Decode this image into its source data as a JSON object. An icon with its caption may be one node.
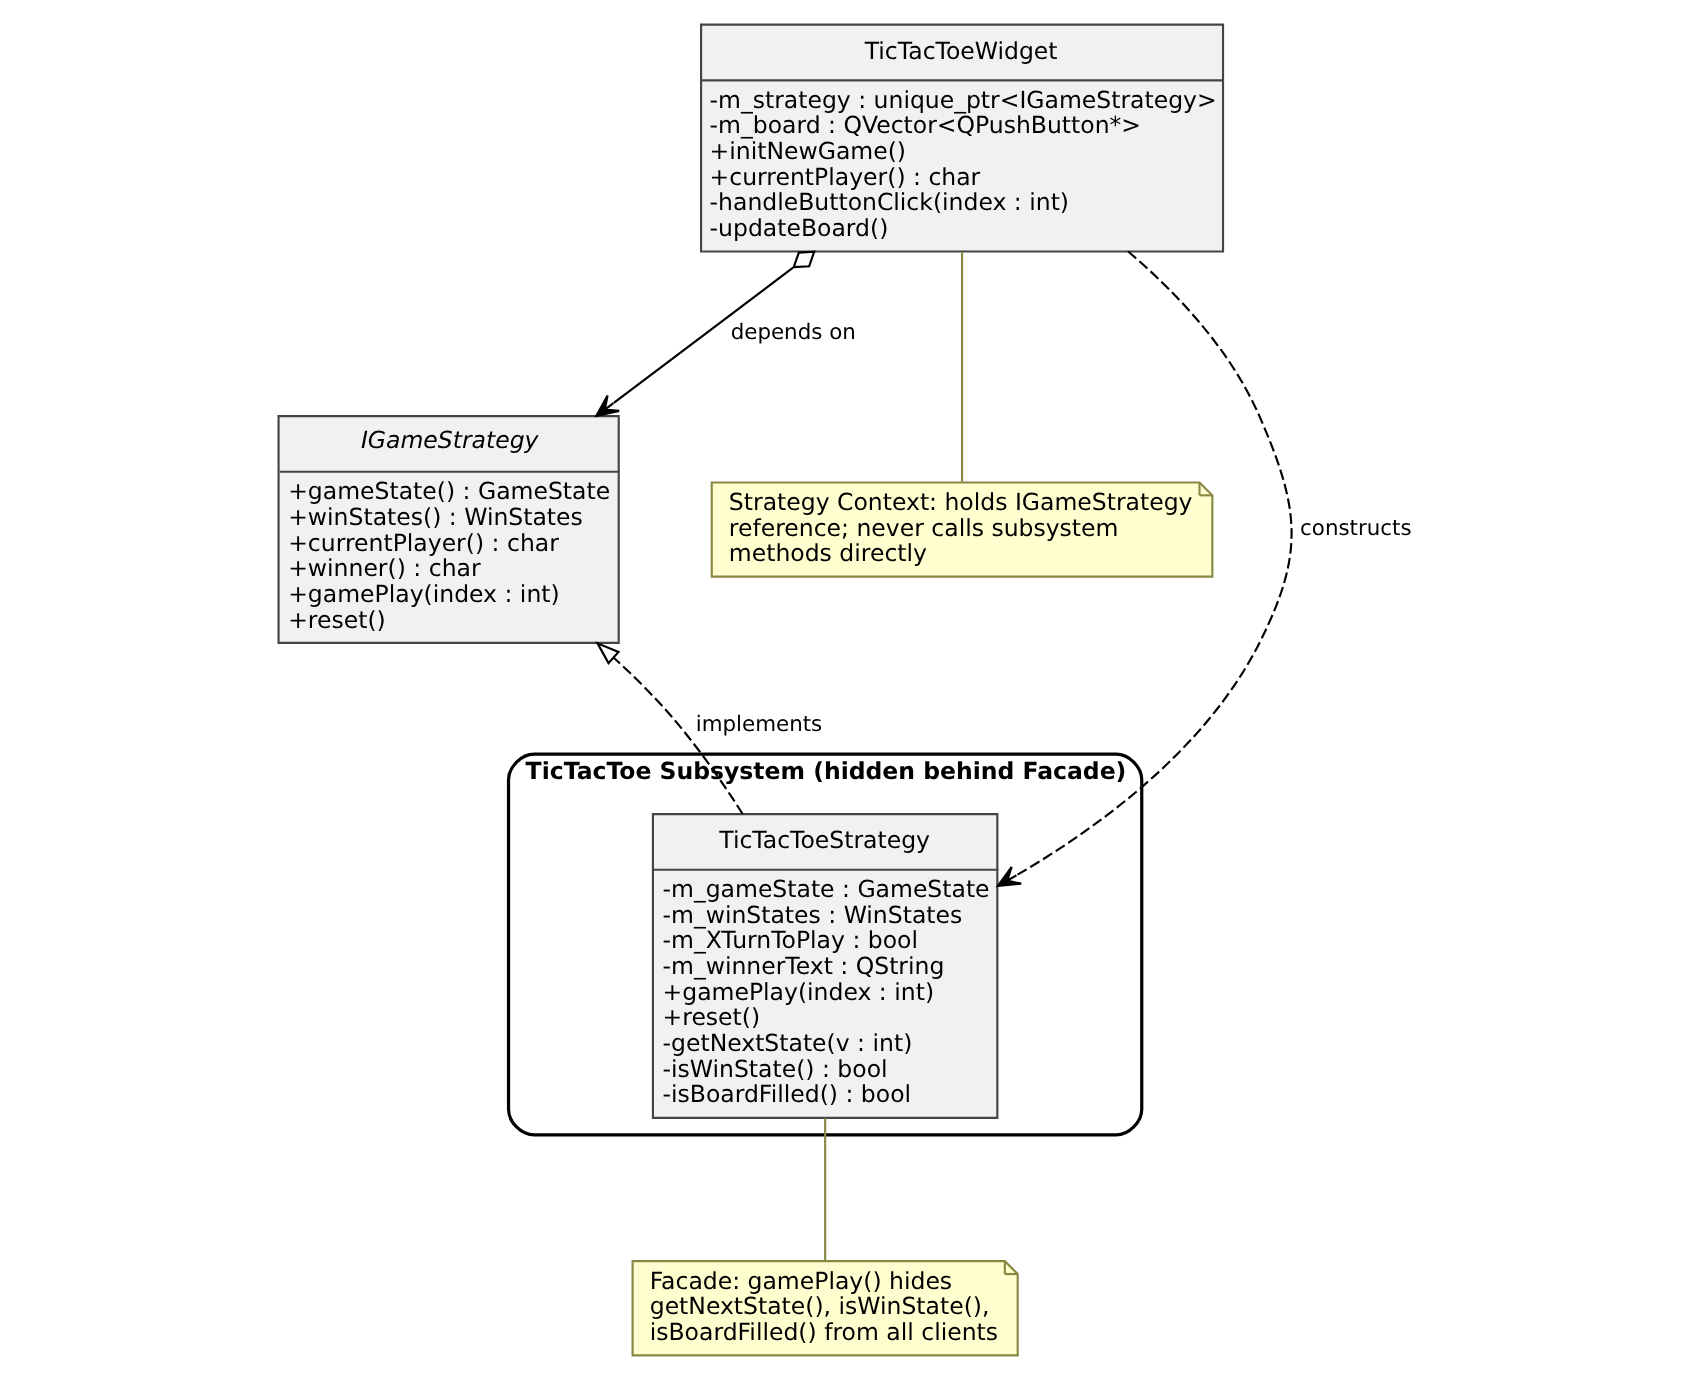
{
  "diagram": {
    "nodes": [
      {
        "text": [
          "TicTacToeWidget",
          "-m_strategy : unique_ptr<IGameStrategy>",
          "-m_board : QVector<QPushButton*>",
          "+initNewGame()",
          "+currentPlayer() : char",
          "-handleButtonClick(index : int)",
          "-updateBoard()"
        ]
      },
      {
        "text": [
          "IGameStrategy",
          "+gameState() : GameState",
          "+winStates() : WinStates",
          "+currentPlayer() : char",
          "+winner() : char",
          "+gamePlay(index : int)",
          "+reset()"
        ]
      },
      {
        "text": [
          "Strategy Context: holds IGameStrategy reference; never calls subsystem methods directly"
        ]
      },
      {
        "text": [
          "TicTacToe Subsystem (hidden behind Facade)"
        ]
      },
      {
        "text": [
          "TicTacToeStrategy",
          "-m_gameState : GameState",
          "-m_winStates : WinStates",
          "-m_XTurnToPlay : bool",
          "-m_winnerText : QString",
          "+gamePlay(index : int)",
          "+reset()",
          "-getNextState(v : int)",
          "-isWinState() : bool",
          "-isBoardFilled() : bool"
        ],
        "in": 3
      },
      {
        "text": [
          "Facade: gamePlay() hides getNextState(), isWinState(), isBoardFilled() from all clients"
        ]
      }
    ],
    "edges": [
      {
        "from": 0,
        "to": 1,
        "arrow": "to",
        "label": "depends on"
      },
      {
        "from": 0,
        "to": 4,
        "arrow": "to",
        "label": "constructs",
        "style": "dashed"
      },
      {
        "from": 4,
        "to": 1,
        "arrow": "to",
        "label": "implements",
        "style": "dashed"
      },
      {
        "from": 0,
        "to": 2,
        "arrow": "none",
        "color": "#888844"
      },
      {
        "from": 4,
        "to": 5,
        "arrow": "none",
        "color": "#888844"
      }
    ]
  }
}
